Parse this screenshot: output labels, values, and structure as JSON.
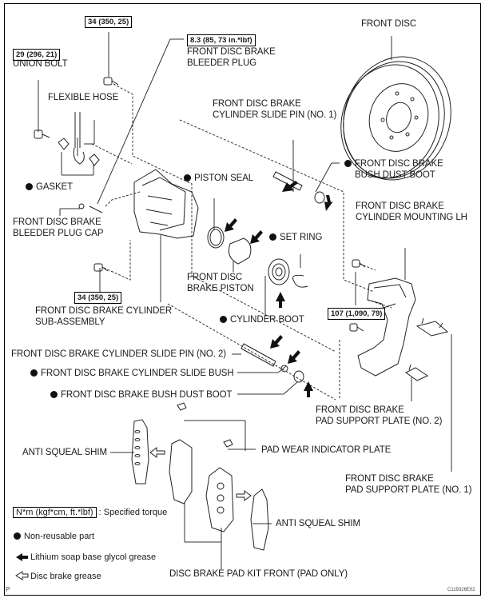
{
  "torques": {
    "union_bolt": "29 (296, 21)",
    "cylinder_bolt_top": "34 (350, 25)",
    "bleeder_plug": "8.3 (85, 73 in.*lbf)",
    "cylinder_bolt_bottom": "34 (350, 25)",
    "mounting_bolt": "107 (1,090, 79)"
  },
  "labels": {
    "union_bolt": "UNION BOLT",
    "flexible_hose": "FLEXIBLE HOSE",
    "gasket": "GASKET",
    "bleeder_plug_cap_1": "FRONT DISC BRAKE",
    "bleeder_plug_cap_2": "BLEEDER PLUG CAP",
    "bleeder_plug_1": "FRONT DISC BRAKE",
    "bleeder_plug_2": "BLEEDER PLUG",
    "front_disc": "FRONT DISC",
    "slide_pin_1_a": "FRONT DISC BRAKE",
    "slide_pin_1_b": "CYLINDER SLIDE PIN (NO. 1)",
    "bush_dust_boot_top_a": "FRONT DISC BRAKE",
    "bush_dust_boot_top_b": "BUSH DUST BOOT",
    "mounting_lh_a": "FRONT DISC BRAKE",
    "mounting_lh_b": "CYLINDER MOUNTING LH",
    "piston_seal": "PISTON SEAL",
    "set_ring": "SET RING",
    "piston_a": "FRONT DISC",
    "piston_b": "BRAKE PISTON",
    "cylinder_boot": "CYLINDER BOOT",
    "cylinder_sub_a": "FRONT DISC BRAKE CYLINDER",
    "cylinder_sub_b": "SUB-ASSEMBLY",
    "slide_pin_2": "FRONT DISC BRAKE CYLINDER SLIDE PIN (NO. 2)",
    "slide_bush": "FRONT DISC BRAKE CYLINDER SLIDE BUSH",
    "bush_dust_boot_bottom": "FRONT DISC BRAKE BUSH DUST BOOT",
    "pad_support_2_a": "FRONT DISC BRAKE",
    "pad_support_2_b": "PAD SUPPORT PLATE (NO. 2)",
    "anti_squeal_left": "ANTI SQUEAL SHIM",
    "pad_wear": "PAD WEAR INDICATOR PLATE",
    "pad_support_1_a": "FRONT DISC BRAKE",
    "pad_support_1_b": "PAD SUPPORT PLATE (NO. 1)",
    "anti_squeal_right": "ANTI SQUEAL SHIM",
    "pad_kit": "DISC BRAKE PAD KIT FRONT (PAD ONLY)"
  },
  "legend": {
    "torque_box": "N*m (kgf*cm, ft.*lbf)",
    "torque_desc": ": Specified torque",
    "non_reusable": "Non-reusable part",
    "lithium": "Lithium soap base glycol grease",
    "disc_grease": "Disc brake grease"
  },
  "footer": {
    "corner_mark": "P",
    "figure_code": "C119326E02"
  }
}
